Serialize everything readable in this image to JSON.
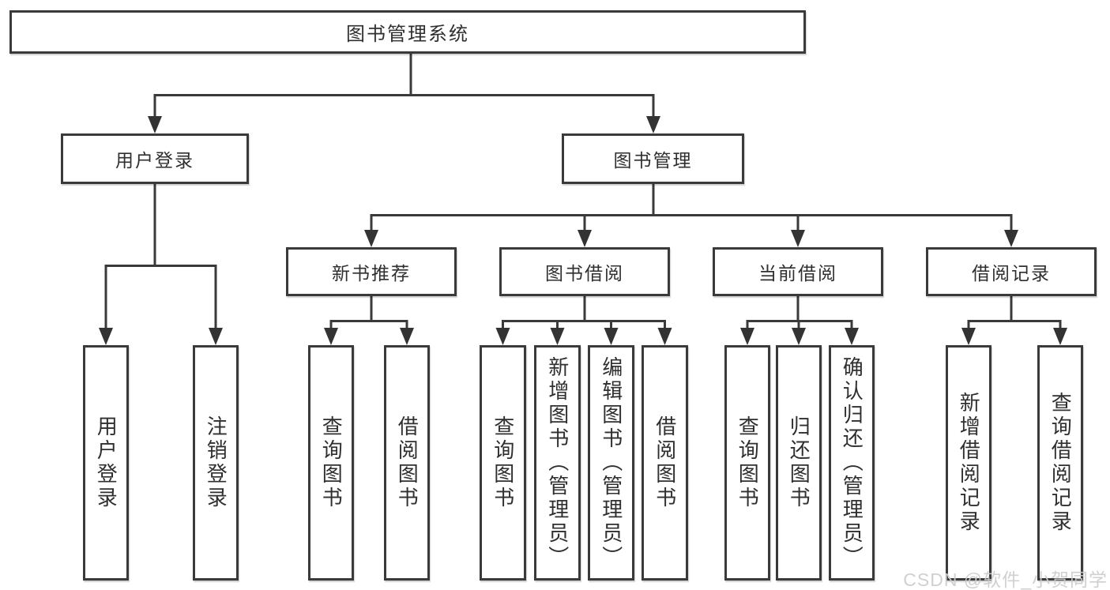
{
  "colors": {
    "background": "#ffffff",
    "line": "#3a3a3a",
    "box_border": "#3a3a3a",
    "text": "#2f2f2f",
    "watermark": "#cccccc"
  },
  "icons": {
    "arrowhead": "solid down triangle"
  },
  "watermark": {
    "text": "CSDN @软件_小贺同学"
  },
  "tree": {
    "root": {
      "label": "图书管理系统"
    },
    "branches": [
      {
        "label": "用户登录",
        "children": [
          {
            "label": "用户登录"
          },
          {
            "label": "注销登录"
          }
        ]
      },
      {
        "label": "图书管理",
        "sections": [
          {
            "label": "新书推荐",
            "children": [
              {
                "label": "查询图书"
              },
              {
                "label": "借阅图书"
              }
            ]
          },
          {
            "label": "图书借阅",
            "children": [
              {
                "label": "查询图书"
              },
              {
                "label": "新增图书（管理员）"
              },
              {
                "label": "编辑图书（管理员）"
              },
              {
                "label": "借阅图书"
              }
            ]
          },
          {
            "label": "当前借阅",
            "children": [
              {
                "label": "查询图书"
              },
              {
                "label": "归还图书"
              },
              {
                "label": "确认归还（管理员）"
              }
            ]
          },
          {
            "label": "借阅记录",
            "children": [
              {
                "label": "新增借阅记录"
              },
              {
                "label": "查询借阅记录"
              }
            ]
          }
        ]
      }
    ]
  }
}
